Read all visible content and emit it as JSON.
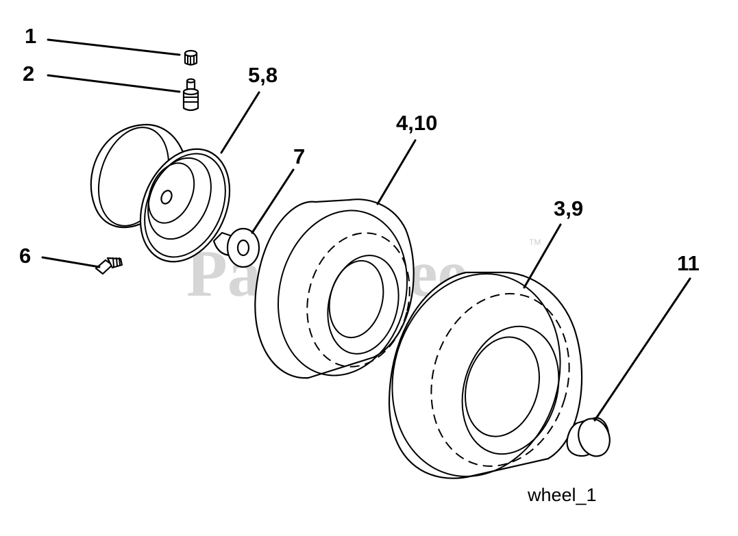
{
  "diagram": {
    "caption": "wheel_1",
    "watermark": "PartsTree",
    "trademark": "TM",
    "callouts": {
      "c1": "1",
      "c2": "2",
      "c58": "5,8",
      "c410": "4,10",
      "c7": "7",
      "c39": "3,9",
      "c6": "6",
      "c11": "11"
    }
  }
}
